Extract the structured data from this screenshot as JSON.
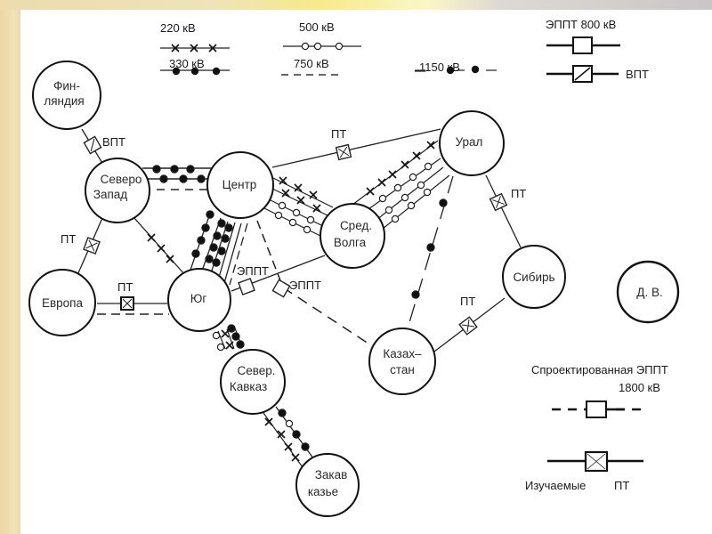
{
  "legend": {
    "kv220": "220 кВ",
    "kv330": "330 кВ",
    "kv500": "500 кВ",
    "kv750": "750 кВ",
    "kv1150": "1150 кВ",
    "eppt800": "ЭППТ 800 кВ",
    "vpt": "ВПТ",
    "designed_eppt_line1": "Спроектированная ЭППТ",
    "designed_eppt_line2": "1800 кВ",
    "studied_pt_a": "Изучаемые",
    "studied_pt_b": "ПТ"
  },
  "nodes": {
    "finland": [
      "Фин-",
      "ляндия"
    ],
    "northwest": [
      "Северо",
      "Запад"
    ],
    "center": [
      "Центр"
    ],
    "europe": [
      "Европа"
    ],
    "south": [
      "Юг"
    ],
    "volga": [
      "Сред.",
      "Волга"
    ],
    "ural": [
      "Урал"
    ],
    "siberia": [
      "Сибирь"
    ],
    "kazakhstan": [
      "Казах–",
      "стан"
    ],
    "ncaucasus": [
      "Север.",
      "Кавказ"
    ],
    "transcaucasus": [
      "Закав",
      "казье"
    ],
    "fareast": [
      "Д. В."
    ]
  },
  "link_labels": {
    "finland_nw": "ВПТ",
    "nw_europe": "ПТ",
    "europe_south": "ПТ",
    "center_ural": "ПТ",
    "ural_siberia": "ПТ",
    "siberia_kaz": "ПТ",
    "south_volga": "ЭППТ",
    "center_kaz": "ЭППТ"
  }
}
